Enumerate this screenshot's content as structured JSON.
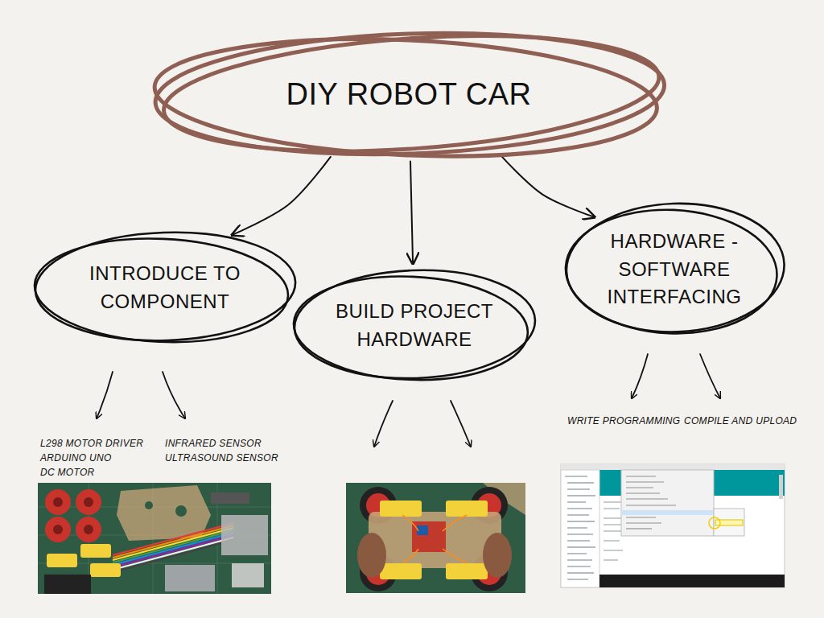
{
  "diagram": {
    "nodes": [
      {
        "text": [
          "DIY ROBOT CAR"
        ]
      },
      {
        "text": [
          "INTRODUCE TO COMPONENT"
        ]
      },
      {
        "text": [
          "BUILD PROJECT HARDWARE"
        ]
      },
      {
        "text": [
          "HARDWARE -SOFTWARE INTERFACING"
        ]
      }
    ],
    "edges": [
      {
        "from": 0,
        "to": 1,
        "arrow": "to"
      },
      {
        "from": 0,
        "to": 2,
        "arrow": "to"
      },
      {
        "from": 0,
        "to": 3,
        "arrow": "to"
      }
    ],
    "labels": [
      "L298 MOTOR DRIVER",
      "ARDUINO UNO",
      "DC MOTOR",
      "INFRARED SENSOR",
      "ULTRASOUND SENSOR",
      "WRITE PROGRAMMING",
      "COMPILE AND UPLOAD"
    ]
  }
}
